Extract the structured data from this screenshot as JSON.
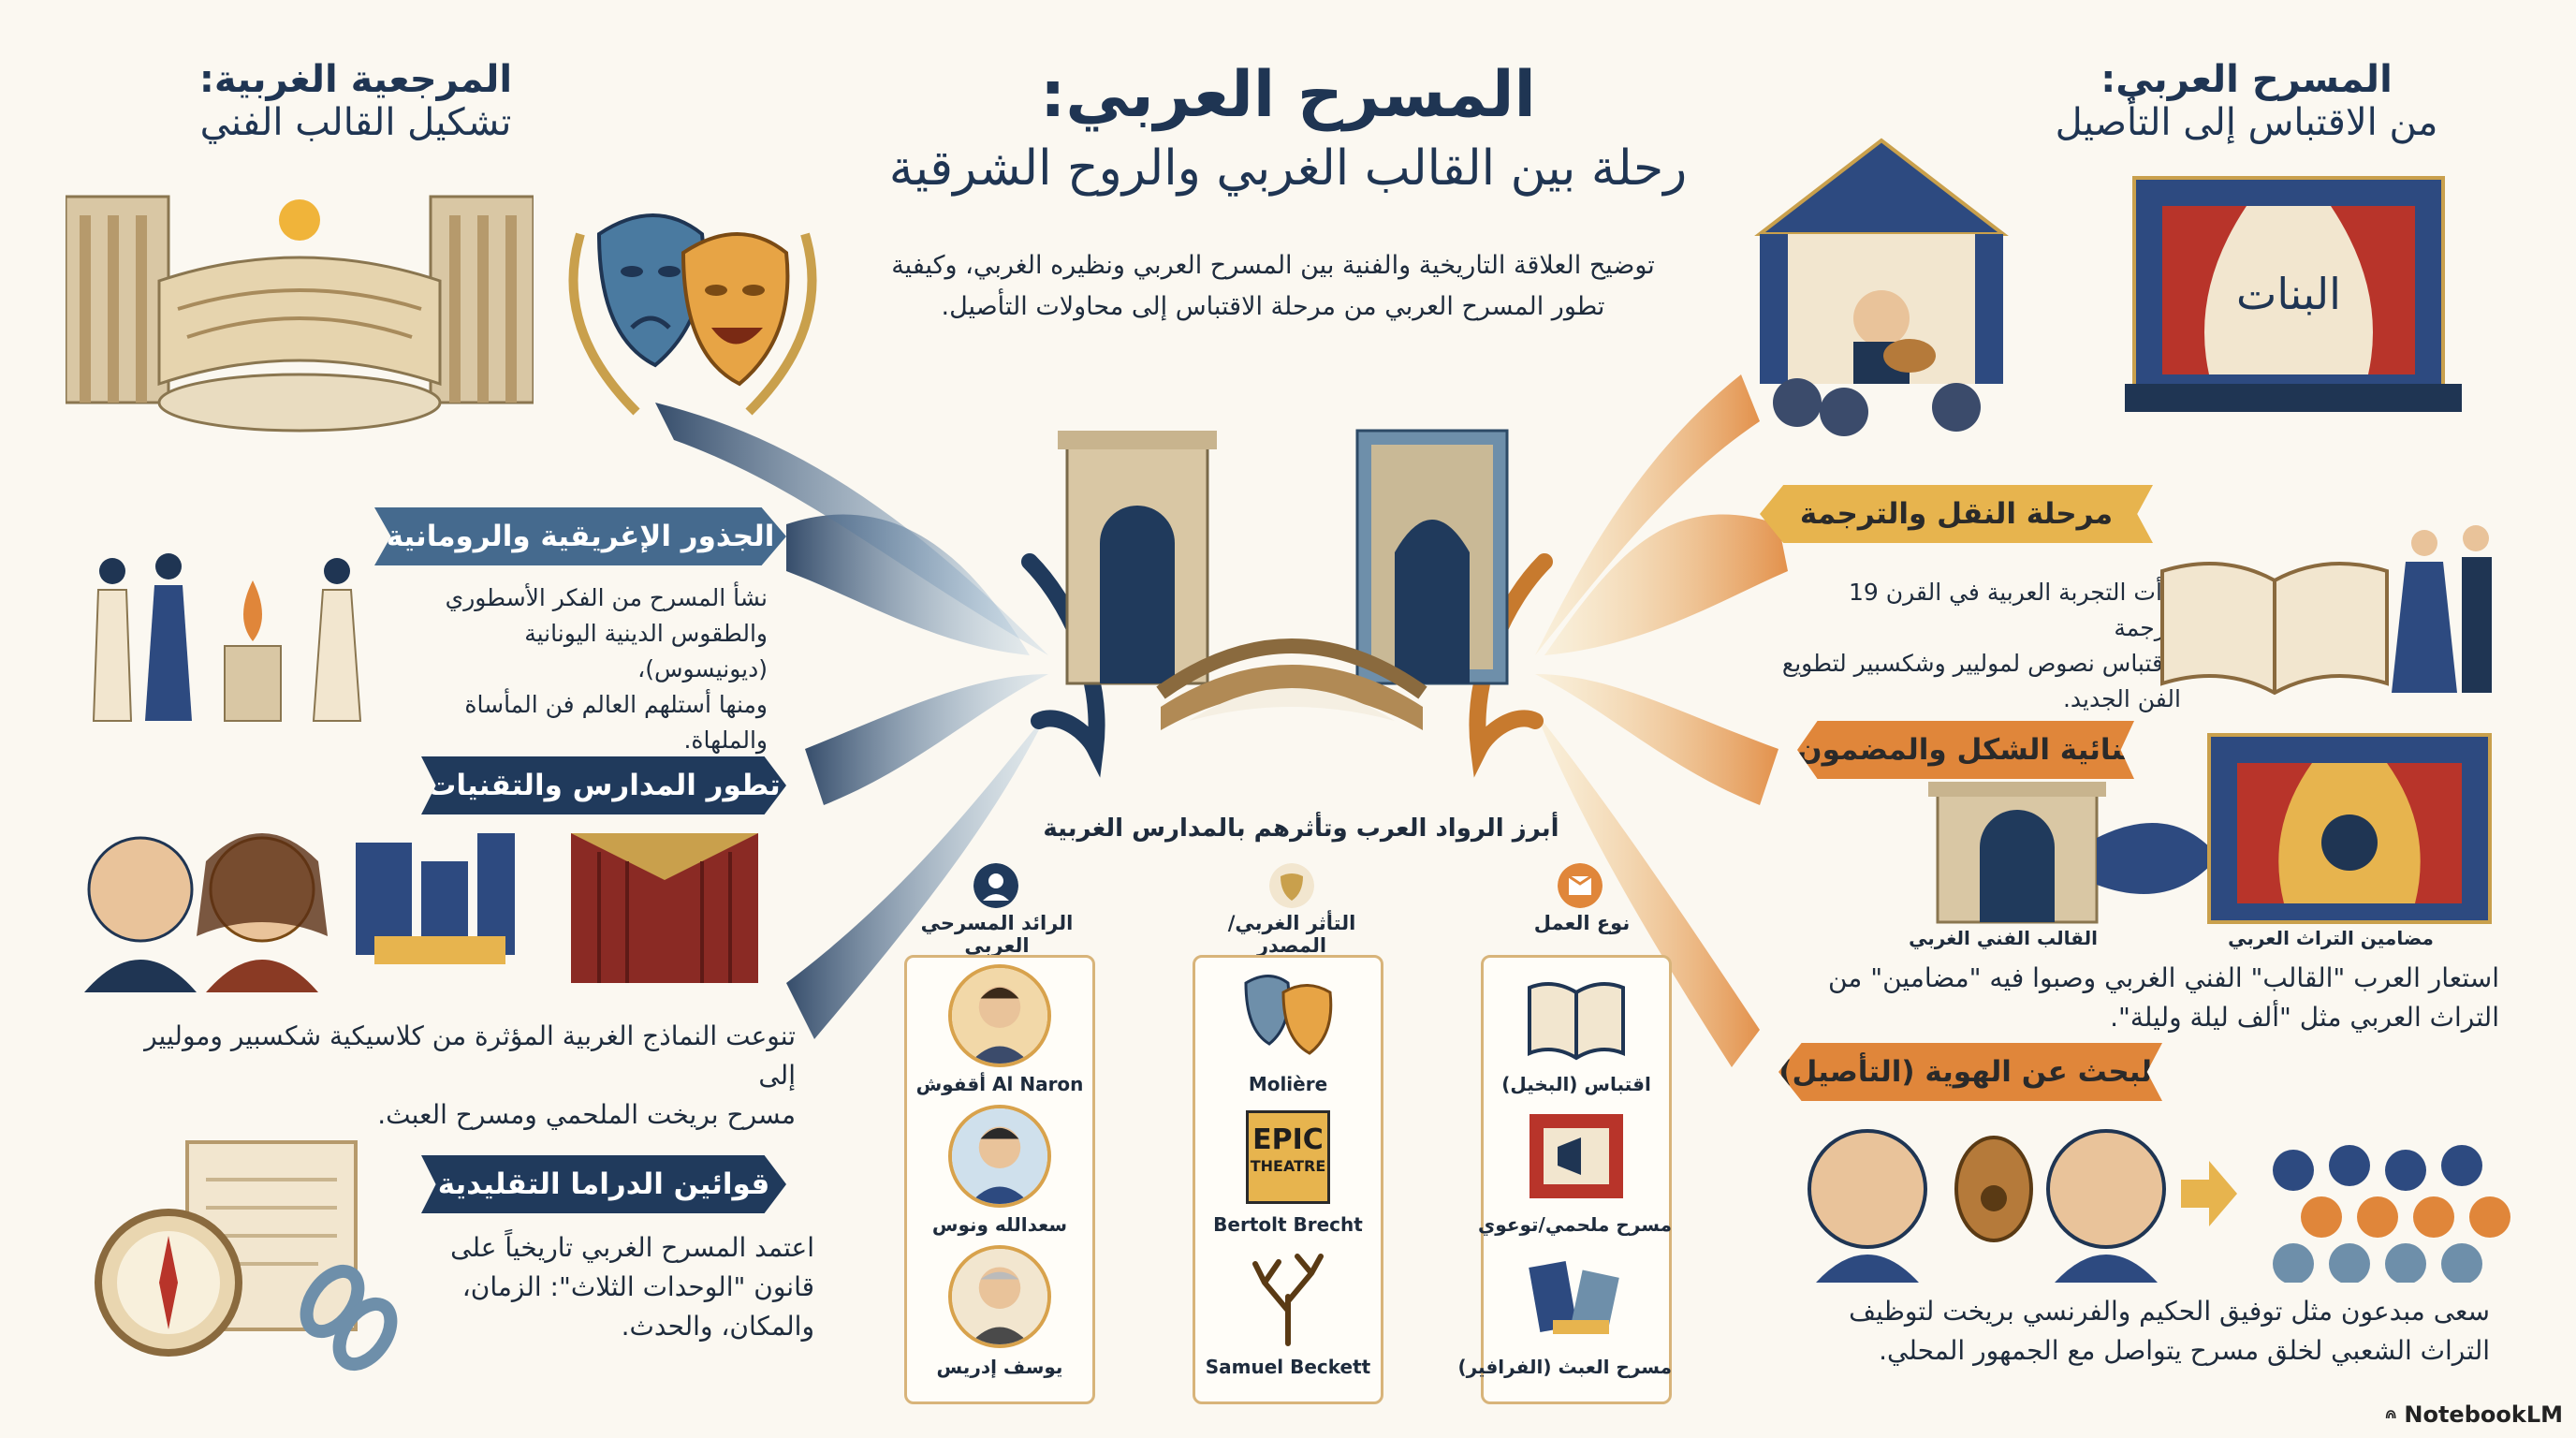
{
  "header": {
    "title": "المسرح العربي:",
    "subtitle": "رحلة بين القالب الغربي والروح الشرقية",
    "intro_line1": "توضيح العلاقة التاريخية والفنية بين المسرح العربي ونظيره الغربي، وكيفية",
    "intro_line2": "تطور المسرح العربي من مرحلة الاقتباس إلى محاولات التأصيل."
  },
  "left_corner": {
    "title": "المرجعية الغربية:",
    "subtitle": "تشكيل القالب الفني"
  },
  "right_corner": {
    "title": "المسرح العربي:",
    "subtitle": "من الاقتباس إلى التأصيل",
    "stage_sign": "البنات"
  },
  "left_sections": [
    {
      "title": "الجذور الإغريقية والرومانية",
      "lines": [
        "نشأ المسرح من الفكر الأسطوري",
        "والطقوس الدينية اليونانية (ديونيسوس)،",
        "ومنها أستلهم العالم فن المأساة والملهاة."
      ]
    },
    {
      "title": "تطور المدارس والتقنيات",
      "lines": [
        "تنوعت النماذج الغربية المؤثرة من كلاسيكية شكسبير وموليير إلى",
        "مسرح بريخت الملحمي ومسرح العبث."
      ]
    },
    {
      "title": "قوائين الدراما التقليدية",
      "lines": [
        "اعتمد المسرح الغربي تاريخياً على",
        "قانون \"الوحدات الثلاث\": الزمان،",
        "والمكان، والحدث."
      ]
    }
  ],
  "right_sections": [
    {
      "title": "مرحلة النقل والترجمة",
      "lines": [
        "بدأت التجربة العربية في القرن 19 بترجمة",
        "واقتباس نصوص لموليير وشكسبير لتطويع",
        "الفن الجديد."
      ]
    },
    {
      "title": "ثنائية الشكل والمضمون",
      "captions": [
        "القالب الفني الغربي",
        "مضامين التراث العربي"
      ],
      "lines": [
        "استعار العرب \"القالب\" الفني الغربي وصبوا فيه \"مضامين\" من",
        "التراث العربي مثل \"ألف ليلة وليلة\"."
      ]
    },
    {
      "title": "البحث عن الهوية (التأصيل)",
      "lines": [
        "سعى مبدعون مثل توفيق الحكيم والفرنسي بريخت لتوظيف",
        "التراث الشعبي لخلق مسرح يتواصل مع الجمهور المحلي."
      ]
    }
  ],
  "pioneers": {
    "title": "أبرز الرواد العرب وتأثرهم بالمدارس الغربية",
    "columns": {
      "pioneer": "الرائد المسرحي العربي",
      "influence": "التأثر الغربي/ المصدر",
      "work_type": "نوع العمل"
    },
    "rows": [
      {
        "pioneer": "Al Naron أقفوش",
        "influence": "Molière",
        "work_type": "اقتباس (البخيل)"
      },
      {
        "pioneer": "سعدالله ونوس",
        "influence": "Bertolt Brecht",
        "work_type": "مسرح ملحمي/توعوي"
      },
      {
        "pioneer": "يوسف إدريس",
        "influence": "Samuel Beckett",
        "work_type": "مسرح العبث (الفرافير)"
      }
    ],
    "epic_badge_line1": "EPIC",
    "epic_badge_line2": "THEATRE"
  },
  "brand": "NotebookLM",
  "colors": {
    "navy": "#203a5c",
    "blue": "#456a8e",
    "gold": "#e7b44e",
    "orange": "#e0863a",
    "cream": "#fbf8f1"
  }
}
